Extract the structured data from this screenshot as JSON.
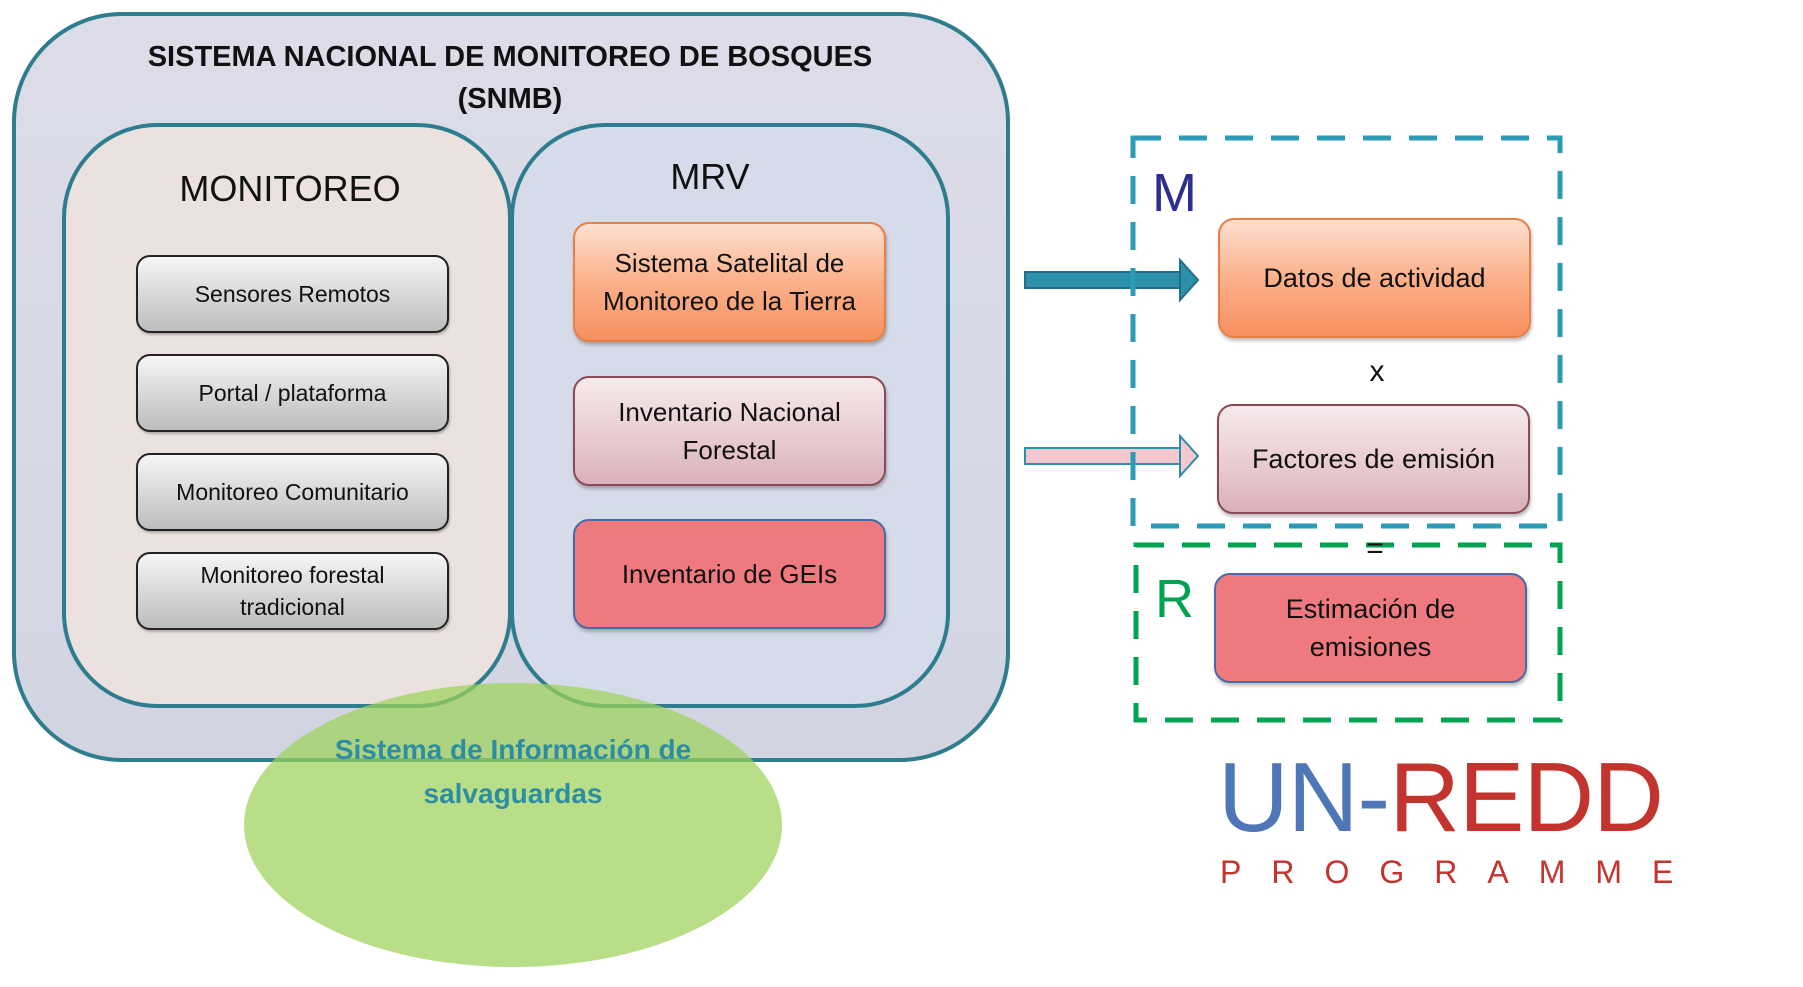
{
  "snmb": {
    "title_line1": "SISTEMA  NACIONAL DE MONITOREO  DE BOSQUES",
    "title_line2": "(SNMB)"
  },
  "monitoreo": {
    "title": "MONITOREO",
    "items": [
      {
        "label": "Sensores Remotos"
      },
      {
        "label": "Portal / plataforma"
      },
      {
        "label": "Monitoreo Comunitario"
      },
      {
        "label": "Monitoreo forestal tradicional"
      }
    ]
  },
  "mrv": {
    "title": "MRV",
    "items": [
      {
        "label": "Sistema Satelital de Monitoreo de la Tierra",
        "color": "#f79060"
      },
      {
        "label": "Inventario Nacional Forestal",
        "color": "#e7c9cf"
      },
      {
        "label": "Inventario de GEIs",
        "color": "#ee7a80"
      }
    ]
  },
  "salvaguardas": {
    "label": "Sistema de Información de salvaguardas",
    "color": "#9cd35a"
  },
  "m_group": {
    "letter": "M",
    "color": "#2c9bb8",
    "activity": "Datos de actividad",
    "operator_times": "x",
    "emission_factors": "Factores de emisión"
  },
  "r_group": {
    "letter": "R",
    "color": "#00a34f",
    "operator_equals": "=",
    "estimate": "Estimación de emisiones"
  },
  "logo": {
    "un": "UN-",
    "redd": "REDD",
    "programme": "PROGRAMME"
  }
}
